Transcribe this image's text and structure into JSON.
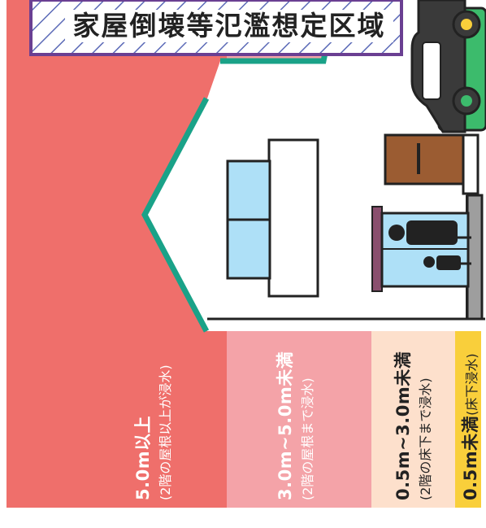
{
  "zone_label": "家屋倒壊等氾濫想定区域",
  "bands": [
    {
      "id": "band-5m-plus",
      "depth": "5.0m以上",
      "note": "(2階の屋根以上が浸水)",
      "color": "#ef6f6b"
    },
    {
      "id": "band-3-5m",
      "depth": "3.0m~5.0m未満",
      "note": "(2階の屋根まで浸水)",
      "color": "#f4a3a8"
    },
    {
      "id": "band-05-3m",
      "depth": "0.5m~3.0m未満",
      "note": "(2階の床下まで浸水)",
      "color": "#fde0cc"
    },
    {
      "id": "band-under-05m",
      "depth": "0.5m未満",
      "note": "(床下浸水)",
      "color": "#f9cf3b"
    }
  ],
  "colors": {
    "outline": "#222222",
    "roof_trim": "#1aa288",
    "window": "#aee0f7",
    "door": "#9b5c32",
    "door_frame": "#8a4f6e",
    "car_green": "#3cbb6c"
  },
  "icons": [
    "house-icon",
    "car-icon",
    "people-icon",
    "zone-sign-icon"
  ]
}
